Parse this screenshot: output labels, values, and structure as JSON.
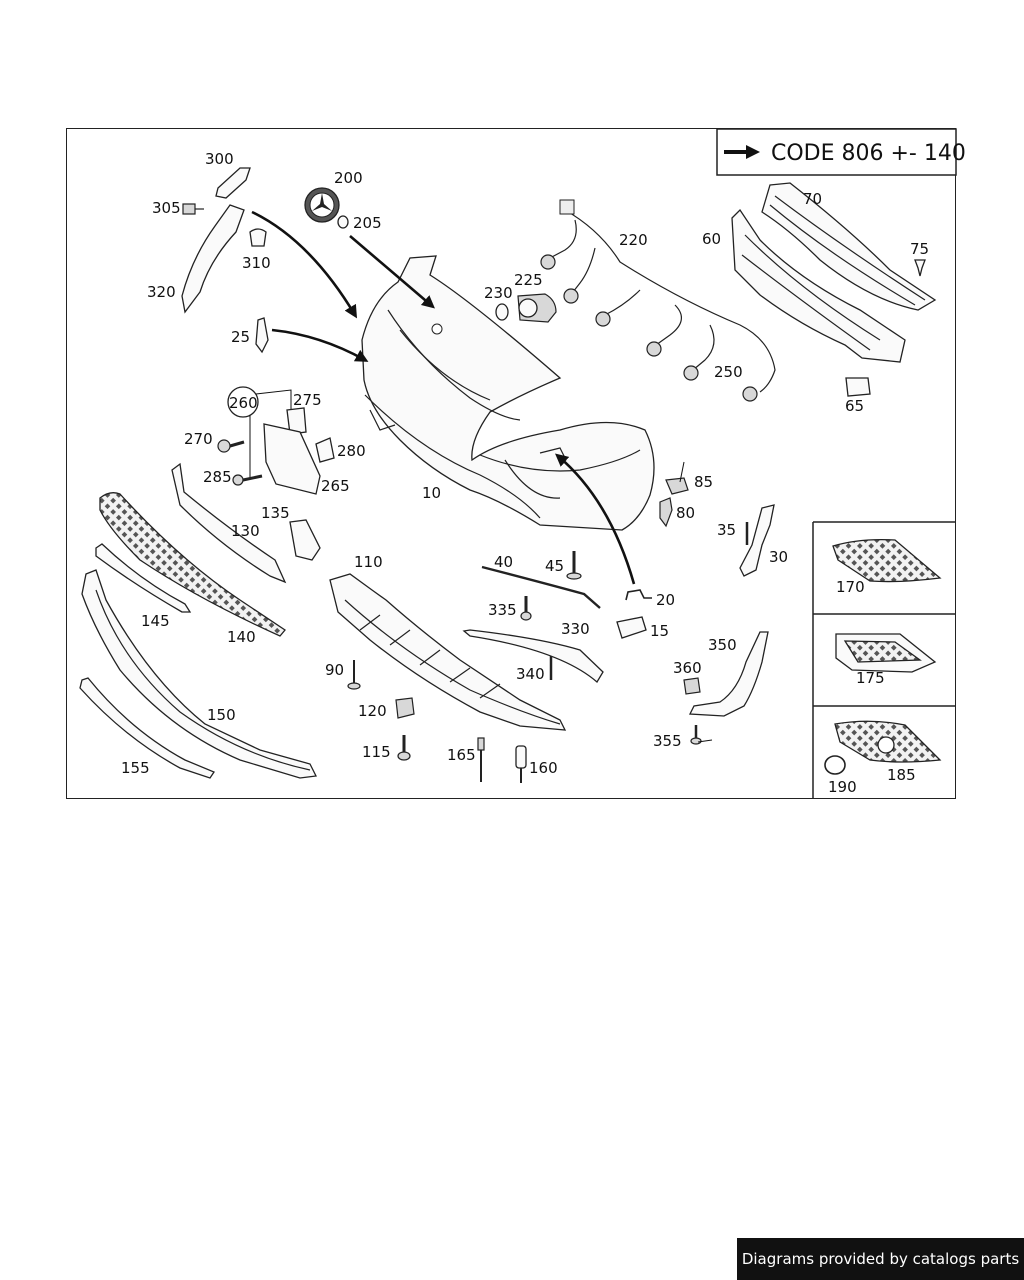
{
  "header": {
    "code_label": "CODE 806 +- 140"
  },
  "footer": {
    "credit": "Diagrams provided by catalogs parts"
  },
  "callouts": {
    "c10": "10",
    "c15": "15",
    "c20": "20",
    "c25": "25",
    "c30": "30",
    "c35": "35",
    "c40": "40",
    "c45": "45",
    "c60": "60",
    "c65": "65",
    "c70": "70",
    "c75": "75",
    "c80": "80",
    "c85": "85",
    "c90": "90",
    "c110": "110",
    "c115": "115",
    "c120": "120",
    "c130": "130",
    "c135": "135",
    "c140": "140",
    "c145": "145",
    "c150": "150",
    "c155": "155",
    "c160": "160",
    "c165": "165",
    "c170": "170",
    "c175": "175",
    "c185": "185",
    "c190": "190",
    "c200": "200",
    "c205": "205",
    "c220": "220",
    "c225": "225",
    "c230": "230",
    "c250": "250",
    "c260": "260",
    "c265": "265",
    "c270": "270",
    "c275": "275",
    "c280": "280",
    "c285": "285",
    "c300": "300",
    "c305": "305",
    "c310": "310",
    "c320": "320",
    "c330": "330",
    "c335": "335",
    "c340": "340",
    "c350": "350",
    "c355": "355",
    "c360": "360"
  },
  "colors": {
    "line": "#222222",
    "footer_bg": "#111111",
    "footer_text": "#ffffff"
  }
}
